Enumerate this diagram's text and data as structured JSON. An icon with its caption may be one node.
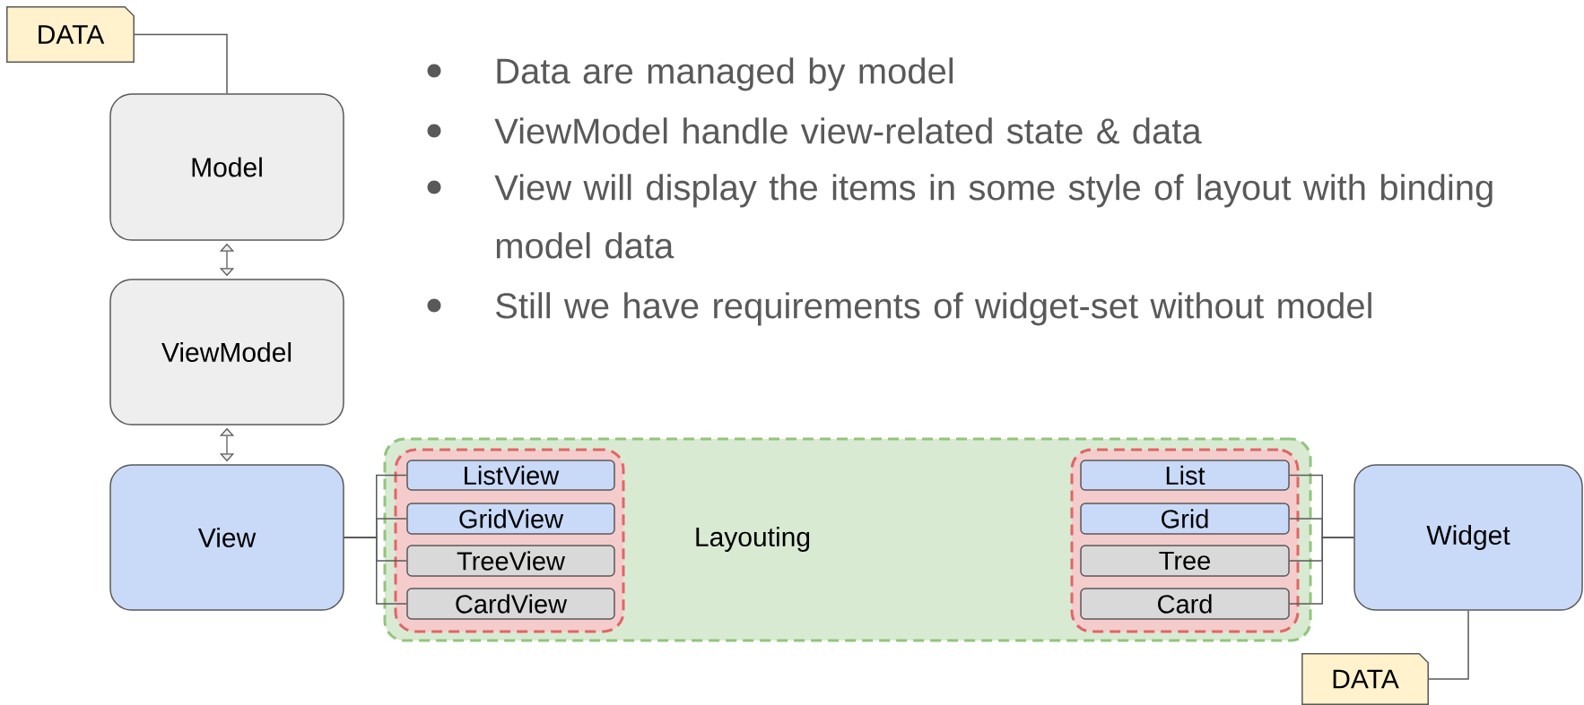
{
  "diagram": {
    "nodes": [
      {
        "text": [
          "DATA"
        ]
      },
      {
        "text": [
          "Model"
        ]
      },
      {
        "text": [
          "ViewModel"
        ]
      },
      {
        "text": [
          "View"
        ]
      },
      {
        "text": [
          "Layouting"
        ]
      },
      {
        "text": [],
        "shape": "box",
        "in": 4
      },
      {
        "text": [
          "ListView"
        ],
        "in": 5
      },
      {
        "text": [
          "GridView"
        ],
        "in": 5
      },
      {
        "text": [
          "TreeView"
        ],
        "in": 5
      },
      {
        "text": [
          "CardView"
        ],
        "in": 5
      },
      {
        "text": [],
        "shape": "box",
        "in": 4
      },
      {
        "text": [
          "List"
        ],
        "in": 10
      },
      {
        "text": [
          "Grid"
        ],
        "in": 10
      },
      {
        "text": [
          "Tree"
        ],
        "in": 10
      },
      {
        "text": [
          "Card"
        ],
        "in": 10
      },
      {
        "text": [
          "Widget"
        ]
      },
      {
        "text": [
          "DATA"
        ]
      }
    ],
    "edges": [
      {
        "from": 0,
        "to": 1,
        "arrow": "none"
      },
      {
        "from": 1,
        "to": 2,
        "arrow": "both"
      },
      {
        "from": 2,
        "to": 3,
        "arrow": "both"
      },
      {
        "from": 3,
        "to": 6,
        "arrow": "none"
      },
      {
        "from": 3,
        "to": 7,
        "arrow": "none"
      },
      {
        "from": 3,
        "to": 8,
        "arrow": "none"
      },
      {
        "from": 3,
        "to": 9,
        "arrow": "none"
      },
      {
        "from": 11,
        "to": 15,
        "arrow": "none"
      },
      {
        "from": 12,
        "to": 15,
        "arrow": "none"
      },
      {
        "from": 13,
        "to": 15,
        "arrow": "none"
      },
      {
        "from": 14,
        "to": 15,
        "arrow": "none"
      },
      {
        "from": 15,
        "to": 16,
        "arrow": "none"
      }
    ],
    "labels": [
      "Data are managed by model",
      "ViewModel handle view-related state & data",
      "View will display the items in some style of layout with binding model data",
      "Still we have requirements of widget-set without model"
    ]
  }
}
